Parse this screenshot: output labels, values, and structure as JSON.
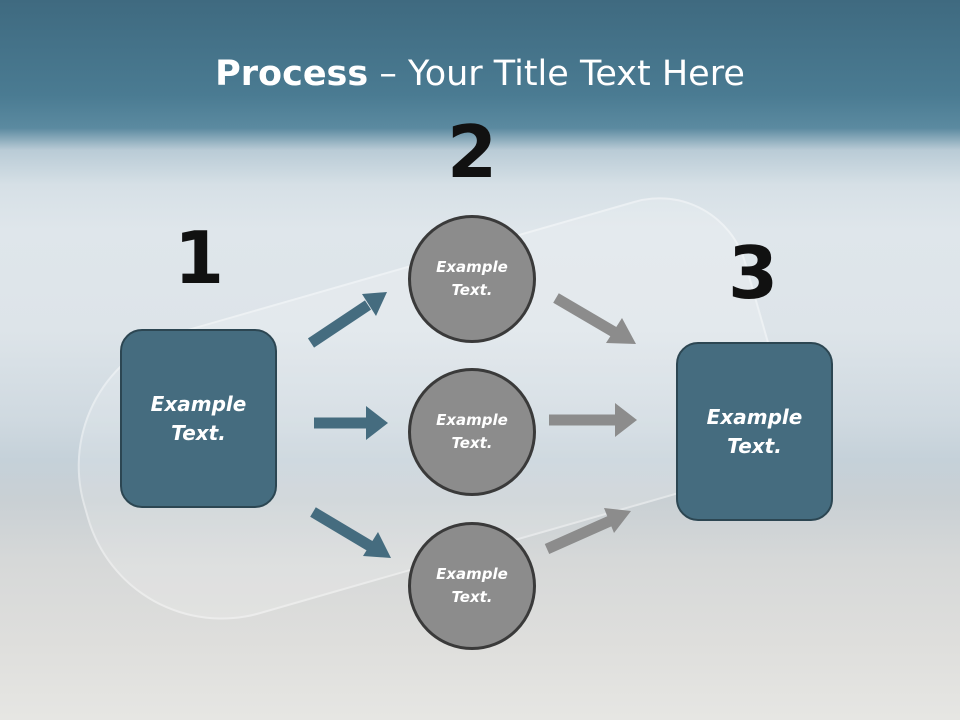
{
  "title": {
    "bold": "Process",
    "rest": " – Your Title Text Here"
  },
  "steps": [
    {
      "number": "1",
      "label": "Example Text."
    },
    {
      "number": "2",
      "circles": [
        "Example Text.",
        "Example Text.",
        "Example Text."
      ]
    },
    {
      "number": "3",
      "label": "Example Text."
    }
  ],
  "colors": {
    "box": "#456c7f",
    "circle": "#8c8c8c",
    "arrow_left": "#456c7f",
    "arrow_right": "#8c8c8c"
  }
}
